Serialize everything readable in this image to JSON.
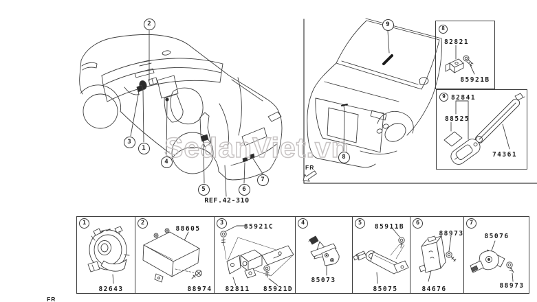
{
  "colors": {
    "line": "#3e3e3e",
    "text": "#1c1c1c",
    "watermark": "#c4c0c0",
    "background": "#ffffff"
  },
  "watermark": {
    "text": "SedanViet.vn"
  },
  "left_view": {
    "ref_label": "REF.42-310",
    "fr_label": "FR",
    "callouts": [
      {
        "n": "2"
      },
      {
        "n": "3"
      },
      {
        "n": "1"
      },
      {
        "n": "4"
      },
      {
        "n": "5"
      },
      {
        "n": "6"
      },
      {
        "n": "7"
      }
    ]
  },
  "front_view": {
    "fr_label": "FR",
    "callouts": [
      {
        "n": "9"
      },
      {
        "n": "8"
      }
    ]
  },
  "detail_boxes": [
    {
      "callout": "8",
      "labels": [
        "82821",
        "85921B"
      ]
    },
    {
      "callout": "9",
      "labels": [
        "82841",
        "88525",
        "74361"
      ]
    }
  ],
  "parts_grid": {
    "cells": [
      {
        "n": "1",
        "labels": [
          "82643"
        ]
      },
      {
        "n": "2",
        "labels": [
          "88605",
          "88974"
        ]
      },
      {
        "n": "3",
        "labels": [
          "85921C",
          "82811",
          "85921D"
        ]
      },
      {
        "n": "4",
        "labels": [
          "85073"
        ]
      },
      {
        "n": "5",
        "labels": [
          "85911B",
          "85075"
        ]
      },
      {
        "n": "6",
        "labels": [
          "88973",
          "84676"
        ]
      },
      {
        "n": "7",
        "labels": [
          "85076",
          "88973"
        ]
      }
    ]
  }
}
